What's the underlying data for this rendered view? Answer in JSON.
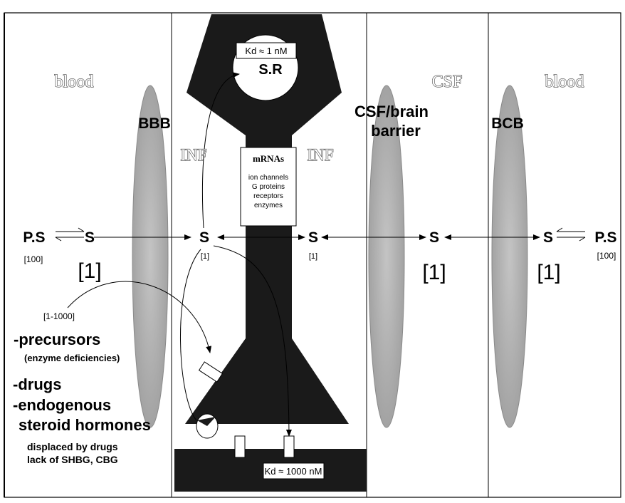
{
  "regions": {
    "blood_left": "blood",
    "csf": "CSF",
    "blood_right": "blood"
  },
  "barriers": {
    "bbb": "BBB",
    "csf_brain_line1": "CSF/brain",
    "csf_brain_line2": "barrier",
    "bcb": "BCB"
  },
  "interstitial": {
    "left": "INF",
    "right": "INF"
  },
  "neuron": {
    "kd_receptor": "Kd ≈ 1 nM",
    "steroid_receptor": "S.R",
    "mrna_title": "mRNAs",
    "mrna_targets": [
      "ion channels",
      "G proteins",
      "receptors",
      "enzymes"
    ],
    "kd_binding": "Kd ≈ 1000 nM"
  },
  "steroids": {
    "ps_left": "P.S",
    "ps_left_conc": "[100]",
    "s_blood_left": "S",
    "s_blood_left_conc": "[1]",
    "s_inf_left": "S",
    "s_inf_left_conc": "[1]",
    "s_inf_right": "S",
    "s_inf_right_conc": "[1]",
    "s_csf": "S",
    "s_csf_conc": "[1]",
    "s_blood_right": "S",
    "s_blood_right_conc": "[1]",
    "ps_right": "P.S",
    "ps_right_conc": "[100]"
  },
  "sources": {
    "range": "[1-1000]",
    "precursors": "-precursors",
    "precursors_note": "(enzyme deficiencies)",
    "drugs": "-drugs",
    "endogenous": "-endogenous",
    "steroid_hormones": "steroid hormones",
    "displaced": "displaced by drugs",
    "lack": "lack of SHBG, CBG"
  },
  "colors": {
    "neuron": "#1a1a1a",
    "barrier": "#a8a8a8",
    "line": "#000000"
  }
}
